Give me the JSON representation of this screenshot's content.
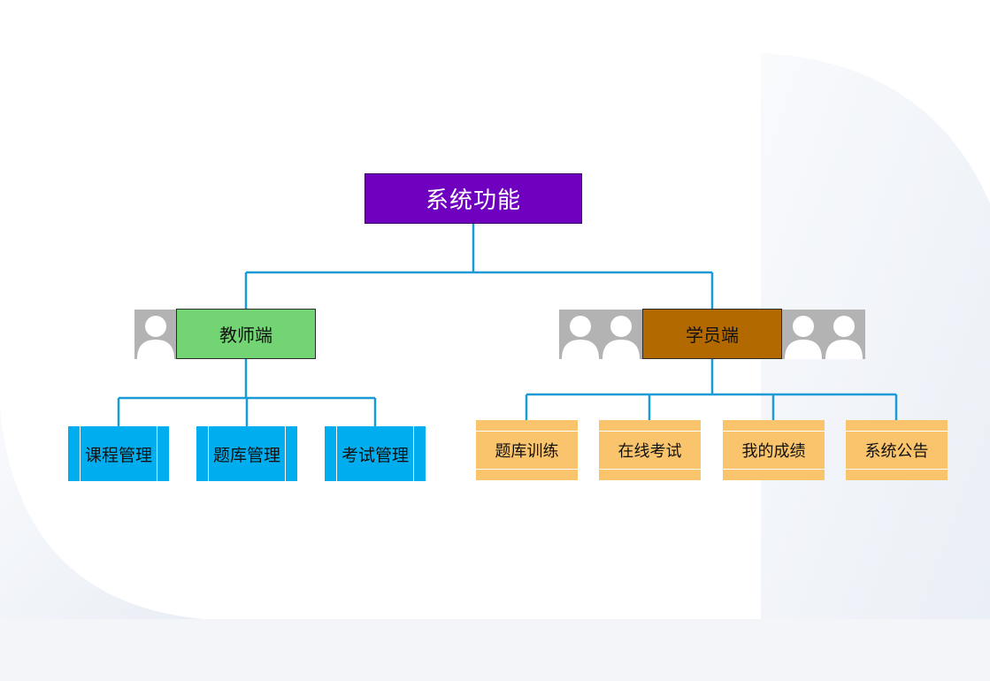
{
  "diagram": {
    "root": {
      "label": "系统功能",
      "color": "#7000c0"
    },
    "teacher": {
      "label": "教师端",
      "color": "#72d473",
      "children": [
        "课程管理",
        "题库管理",
        "考试管理"
      ],
      "child_color": "#00aeef"
    },
    "student": {
      "label": "学员端",
      "color": "#b26a00",
      "children": [
        "题库训练",
        "在线考试",
        "我的成绩",
        "系统公告"
      ],
      "child_color": "#fac46c"
    },
    "connector_color": "#1a9ad6",
    "icon": "person-icon",
    "icon_color": "#b3b3b3"
  }
}
